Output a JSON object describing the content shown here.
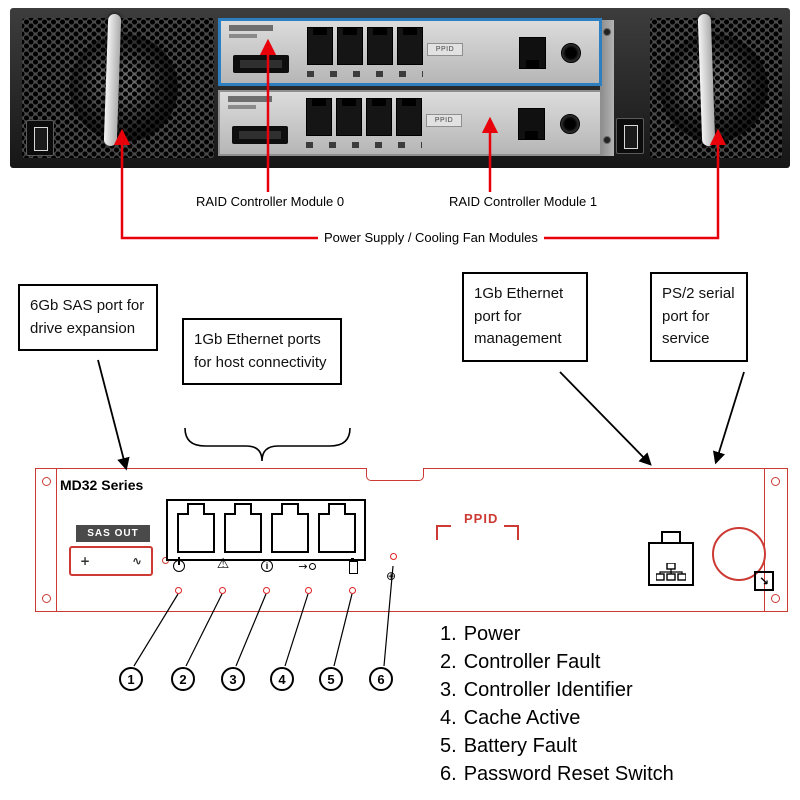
{
  "photo": {
    "raid0_label": "RAID Controller Module 0",
    "raid1_label": "RAID Controller Module 1",
    "psu_label": "Power Supply / Cooling Fan Modules",
    "ppid_label": "PPID"
  },
  "callouts": {
    "sas": "6Gb SAS port for drive expansion",
    "eth_host": "1Gb Ethernet ports for host connectivity",
    "eth_mgmt": "1Gb Ethernet port for management",
    "ps2": "PS/2 serial port for service"
  },
  "drawing": {
    "model": "MD32 Series",
    "sas_out": "SAS OUT",
    "ppid": "PPID",
    "numbers": [
      "1",
      "2",
      "3",
      "4",
      "5",
      "6"
    ]
  },
  "legend": {
    "items": [
      {
        "num": "1.",
        "label": "Power"
      },
      {
        "num": "2.",
        "label": "Controller Fault"
      },
      {
        "num": "3.",
        "label": "Controller Identifier"
      },
      {
        "num": "4.",
        "label": "Cache Active"
      },
      {
        "num": "5.",
        "label": "Battery Fault"
      },
      {
        "num": "6.",
        "label": "Password Reset Switch"
      }
    ]
  },
  "icons": {
    "warning": "⚠",
    "info": "i",
    "plus": "+",
    "wave": "∿",
    "reset": "⊕",
    "service_arrow": "↘"
  },
  "colors": {
    "annotation_red": "#e8000b",
    "drawing_red": "#cc3a33",
    "highlight_blue": "#2e7fc0"
  }
}
